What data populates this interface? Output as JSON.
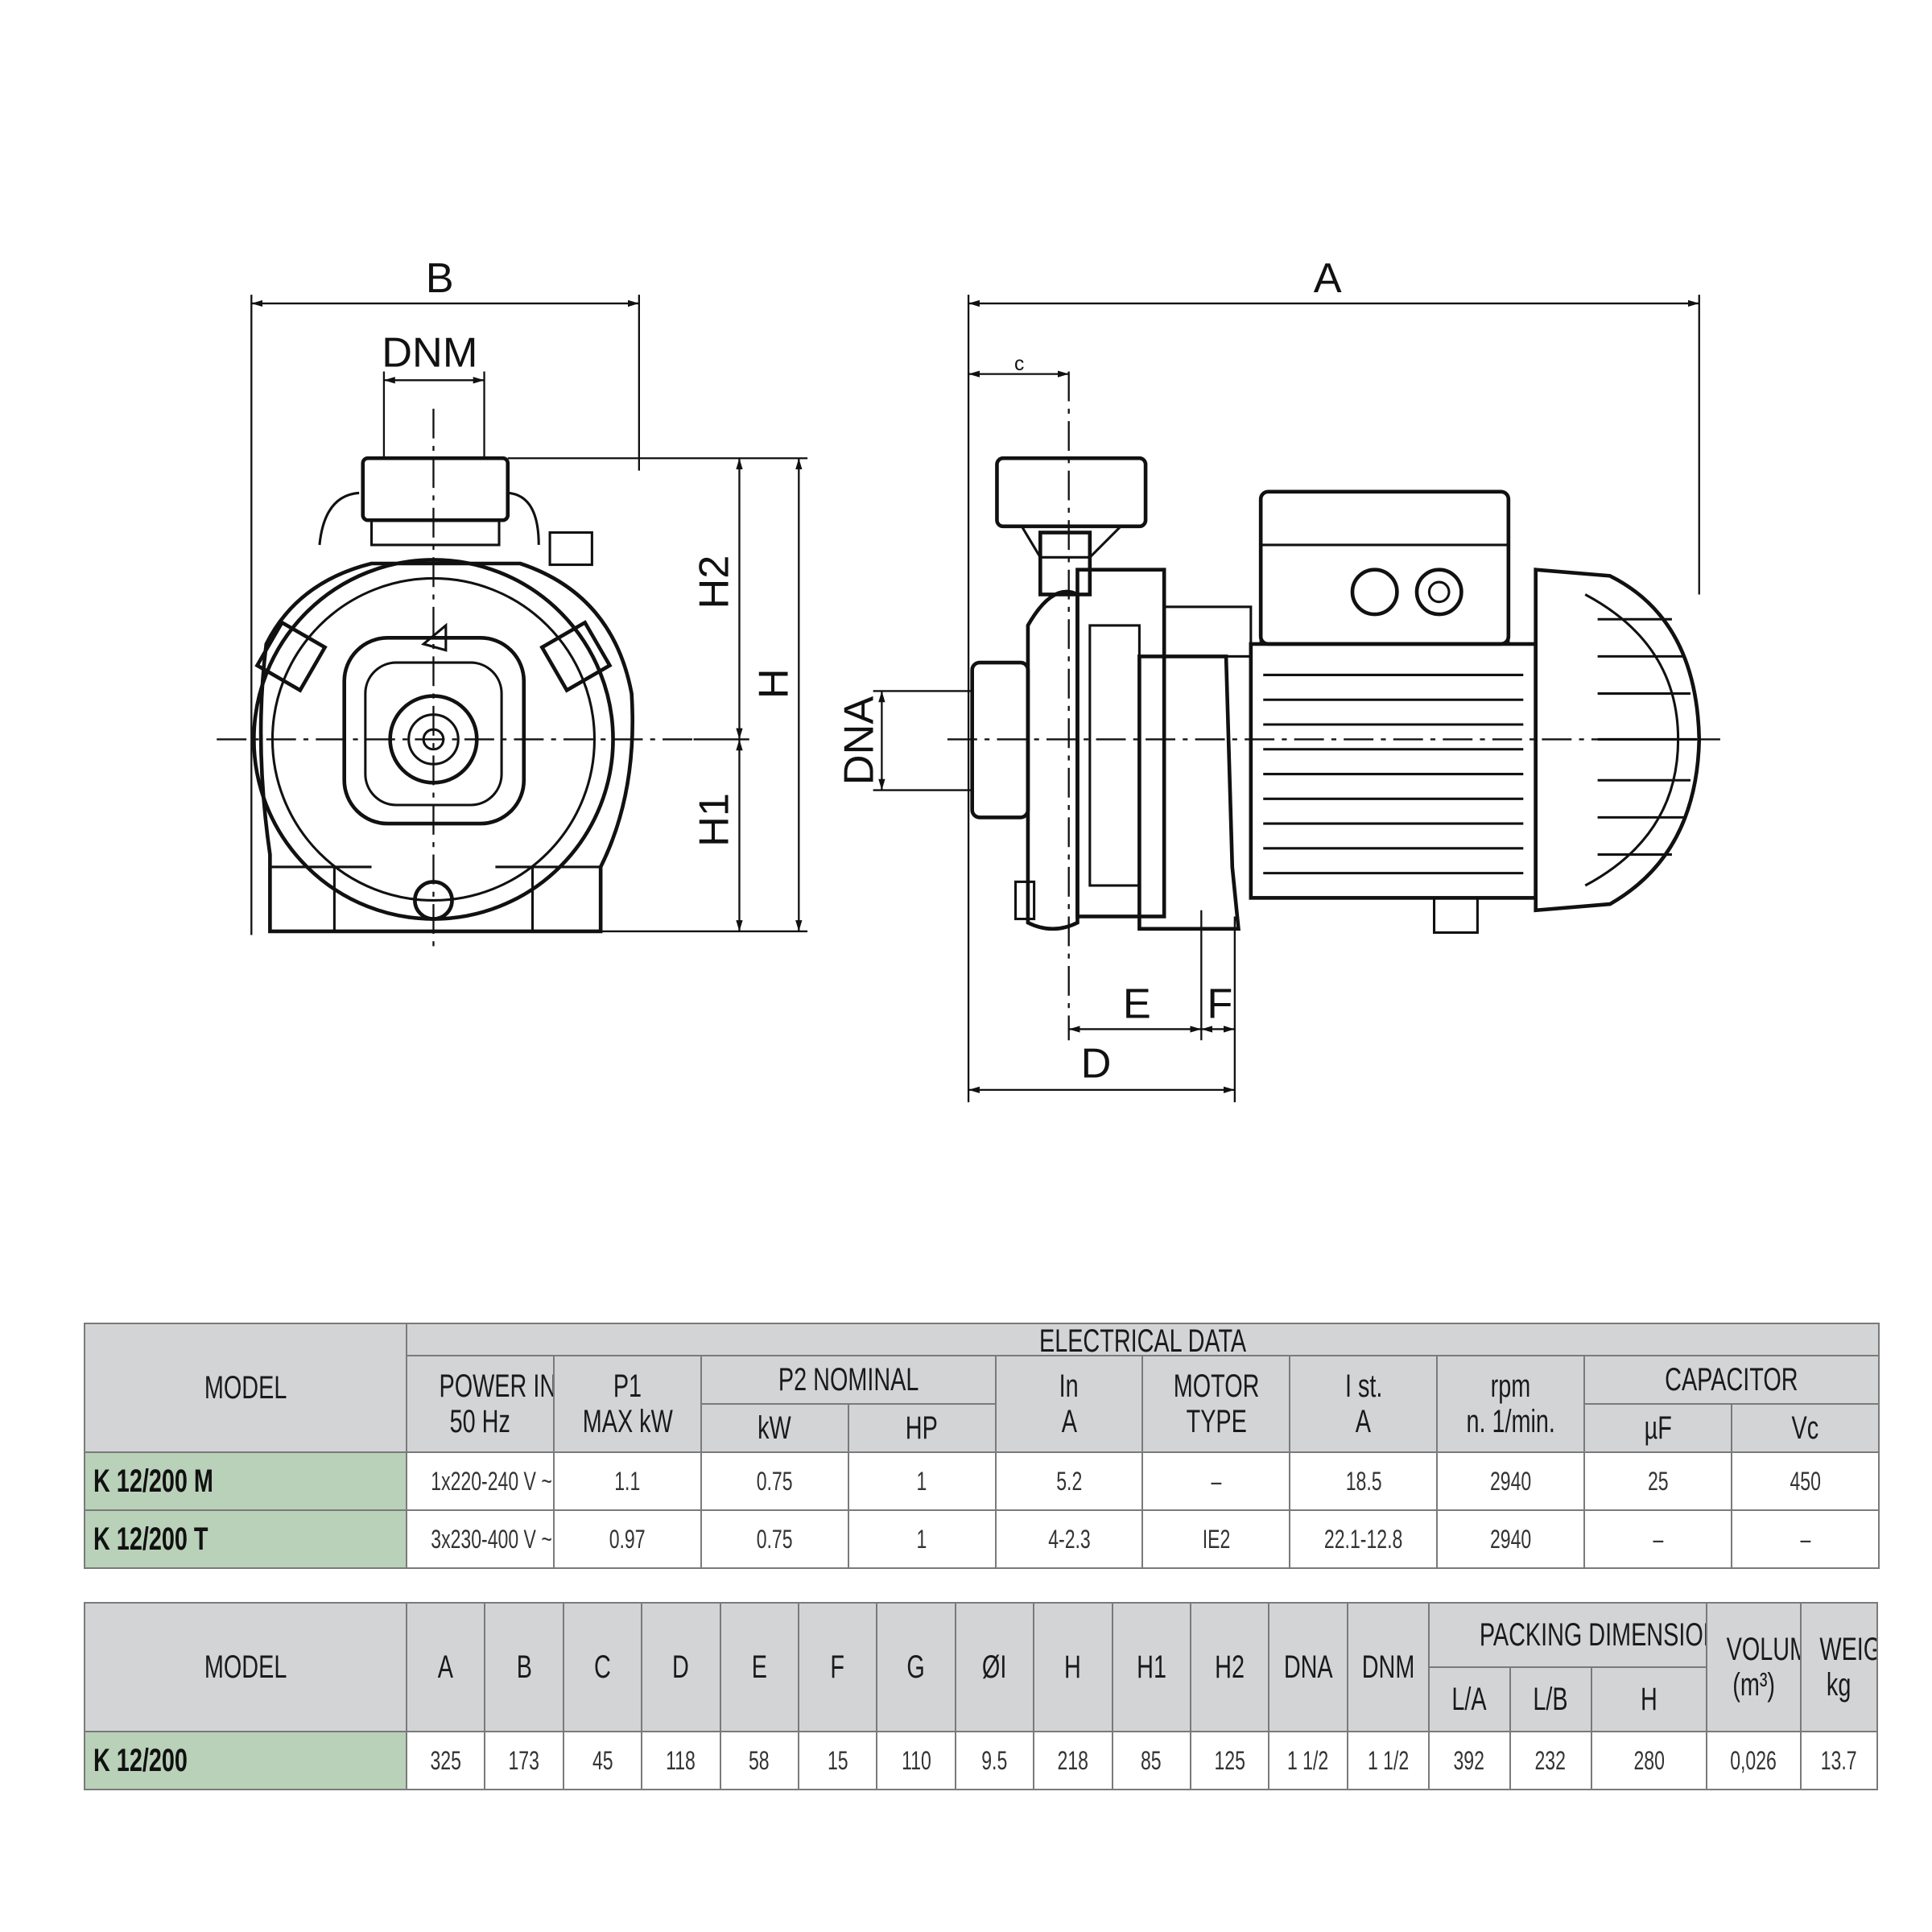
{
  "drawing": {
    "labels": {
      "B": "B",
      "DNM": "DNM",
      "H2": "H2",
      "H": "H",
      "H1": "H1",
      "A": "A",
      "c": "c",
      "DNA": "DNA",
      "E": "E",
      "F": "F",
      "D": "D"
    }
  },
  "electrical": {
    "title": "ELECTRICAL DATA",
    "headers": {
      "model": "MODEL",
      "power_input_1": "POWER INPUT",
      "power_input_2": "50 Hz",
      "p1_1": "P1",
      "p1_2": "MAX kW",
      "p2": "P2 NOMINAL",
      "p2_kw": "kW",
      "p2_hp": "HP",
      "in_1": "In",
      "in_2": "A",
      "motor_1": "MOTOR",
      "motor_2": "TYPE",
      "ist_1": "I st.",
      "ist_2": "A",
      "rpm_1": "rpm",
      "rpm_2": "n. 1/min.",
      "capacitor": "CAPACITOR",
      "uf": "µF",
      "vc": "Vc"
    },
    "rows": [
      {
        "model": "K 12/200 M",
        "power": "1x220-240 V ~",
        "p1": "1.1",
        "kw": "0.75",
        "hp": "1",
        "in": "5.2",
        "motor": "–",
        "ist": "18.5",
        "rpm": "2940",
        "uf": "25",
        "vc": "450"
      },
      {
        "model": "K 12/200 T",
        "power": "3x230-400 V ~",
        "p1": "0.97",
        "kw": "0.75",
        "hp": "1",
        "in": "4-2.3",
        "motor": "IE2",
        "ist": "22.1-12.8",
        "rpm": "2940",
        "uf": "–",
        "vc": "–"
      }
    ]
  },
  "dimensions": {
    "headers": {
      "model": "MODEL",
      "A": "A",
      "B": "B",
      "C": "C",
      "D": "D",
      "E": "E",
      "F": "F",
      "G": "G",
      "I": "ØI",
      "H": "H",
      "H1": "H1",
      "H2": "H2",
      "DNA": "DNA",
      "DNM": "DNM",
      "packing": "PACKING DIMENSIONS",
      "LA": "L/A",
      "LB": "L/B",
      "PH": "H",
      "volume": "VOLUME",
      "volume_unit": "(m³)",
      "weight": "WEIGHT",
      "weight_unit": "kg"
    },
    "row": {
      "model": "K 12/200",
      "A": "325",
      "B": "173",
      "C": "45",
      "D": "118",
      "E": "58",
      "F": "15",
      "G": "110",
      "I": "9.5",
      "H": "218",
      "H1": "85",
      "H2": "125",
      "DNA": "1 1/2",
      "DNM": "1 1/2",
      "LA": "392",
      "LB": "232",
      "PH": "280",
      "volume": "0,026",
      "weight": "13.7"
    }
  }
}
